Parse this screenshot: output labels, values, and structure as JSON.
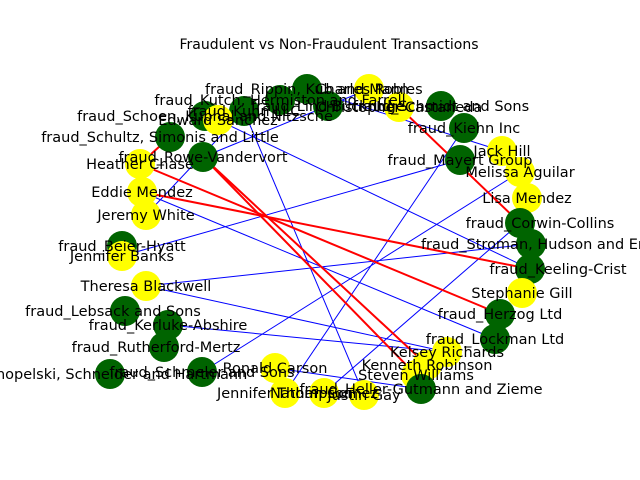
{
  "chart_data": {
    "type": "network",
    "title": "Fraudulent vs Non-Fraudulent Transactions",
    "colors": {
      "customer_node": "#ffff00",
      "merchant_node": "#006400",
      "normal_edge": "#0000ff",
      "fraud_edge": "#ff0000"
    },
    "nodes": [
      {
        "id": "n0",
        "label": "fraud_Rippin, Kub and Mann",
        "kind": "merchant"
      },
      {
        "id": "n1",
        "label": "Charles Robles",
        "kind": "customer"
      },
      {
        "id": "n2",
        "label": "Christopher Castaneda",
        "kind": "customer"
      },
      {
        "id": "n3",
        "label": "fraud_Kuhn LLC",
        "kind": "merchant"
      },
      {
        "id": "n4",
        "label": "fraud_Kutch, Hermiston and Farrell",
        "kind": "merchant"
      },
      {
        "id": "n5",
        "label": "fraud_Lind-Buckridge",
        "kind": "merchant"
      },
      {
        "id": "n6",
        "label": "fraud_Schmidt and Sons",
        "kind": "merchant"
      },
      {
        "id": "n7",
        "label": "fraud_Schoen, Kuphal and Nitzsche",
        "kind": "merchant"
      },
      {
        "id": "n8",
        "label": "Edward Sanchez",
        "kind": "customer"
      },
      {
        "id": "n9",
        "label": "fraud_Kiehn Inc",
        "kind": "merchant"
      },
      {
        "id": "n10",
        "label": "fraud_Schultz, Simonis and Little",
        "kind": "merchant"
      },
      {
        "id": "n11",
        "label": "Jack Hill",
        "kind": "customer"
      },
      {
        "id": "n12",
        "label": "Heather Chase",
        "kind": "customer"
      },
      {
        "id": "n13",
        "label": "fraud_Rowe-Vandervort",
        "kind": "merchant"
      },
      {
        "id": "n14",
        "label": "fraud_Mayert Group",
        "kind": "merchant"
      },
      {
        "id": "n15",
        "label": "Melissa Aguilar",
        "kind": "customer"
      },
      {
        "id": "n16",
        "label": "Eddie Mendez",
        "kind": "customer"
      },
      {
        "id": "n17",
        "label": "Lisa Mendez",
        "kind": "customer"
      },
      {
        "id": "n18",
        "label": "Jeremy White",
        "kind": "customer"
      },
      {
        "id": "n19",
        "label": "fraud_Corwin-Collins",
        "kind": "merchant"
      },
      {
        "id": "n20",
        "label": "fraud_Stroman, Hudson and Erdman",
        "kind": "merchant"
      },
      {
        "id": "n21",
        "label": "fraud_Beier-Hyatt",
        "kind": "merchant"
      },
      {
        "id": "n22",
        "label": "Jennifer Banks",
        "kind": "customer"
      },
      {
        "id": "n23",
        "label": "fraud_Keeling-Crist",
        "kind": "merchant"
      },
      {
        "id": "n24",
        "label": "Theresa Blackwell",
        "kind": "customer"
      },
      {
        "id": "n25",
        "label": "Stephanie Gill",
        "kind": "customer"
      },
      {
        "id": "n26",
        "label": "fraud_Lebsack and Sons",
        "kind": "merchant"
      },
      {
        "id": "n27",
        "label": "fraud_Herzog Ltd",
        "kind": "merchant"
      },
      {
        "id": "n28",
        "label": "fraud_Kerluke-Abshire",
        "kind": "merchant"
      },
      {
        "id": "n29",
        "label": "fraud_Lockman Ltd",
        "kind": "merchant"
      },
      {
        "id": "n30",
        "label": "fraud_Rutherford-Mertz",
        "kind": "merchant"
      },
      {
        "id": "n31",
        "label": "Kelsey Richards",
        "kind": "customer"
      },
      {
        "id": "n32",
        "label": "Kenneth Robinson",
        "kind": "customer"
      },
      {
        "id": "n33",
        "label": "Ronald Carson",
        "kind": "customer"
      },
      {
        "id": "n34",
        "label": "fraud_Konopelski, Schneider and Hartmann",
        "kind": "merchant"
      },
      {
        "id": "n35",
        "label": "fraud_Schmeler and Sons",
        "kind": "merchant"
      },
      {
        "id": "n36",
        "label": "Steven Williams",
        "kind": "customer"
      },
      {
        "id": "n37",
        "label": "fraud_Heller-Gutmann and Zieme",
        "kind": "merchant"
      },
      {
        "id": "n38",
        "label": "Jennifer Thompson",
        "kind": "customer"
      },
      {
        "id": "n39",
        "label": "Nathan Gomez",
        "kind": "customer"
      },
      {
        "id": "n40",
        "label": "Justin Gay",
        "kind": "customer"
      }
    ],
    "edges": [
      {
        "source": "n22",
        "target": "n21",
        "fraud": false
      },
      {
        "source": "n22",
        "target": "n14",
        "fraud": false
      },
      {
        "source": "n24",
        "target": "n20",
        "fraud": false
      },
      {
        "source": "n40",
        "target": "n3",
        "fraud": false
      },
      {
        "source": "n38",
        "target": "n9",
        "fraud": false
      },
      {
        "source": "n39",
        "target": "n19",
        "fraud": false
      },
      {
        "source": "n33",
        "target": "n37",
        "fraud": false
      },
      {
        "source": "n15",
        "target": "n35",
        "fraud": false
      },
      {
        "source": "n8",
        "target": "n23",
        "fraud": false
      },
      {
        "source": "n1",
        "target": "n13",
        "fraud": false
      },
      {
        "source": "n16",
        "target": "n29",
        "fraud": false
      },
      {
        "source": "n18",
        "target": "n3",
        "fraud": false
      },
      {
        "source": "n24",
        "target": "n31",
        "fraud": false
      },
      {
        "source": "n31",
        "target": "n28",
        "fraud": false
      },
      {
        "source": "n11",
        "target": "n0",
        "fraud": false
      },
      {
        "source": "n12",
        "target": "n10",
        "fraud": true
      },
      {
        "source": "n16",
        "target": "n23",
        "fraud": true
      },
      {
        "source": "n12",
        "target": "n27",
        "fraud": true
      },
      {
        "source": "n2",
        "target": "n19",
        "fraud": true
      },
      {
        "source": "n13",
        "target": "n36",
        "fraud": true
      },
      {
        "source": "n13",
        "target": "n32",
        "fraud": true
      }
    ]
  }
}
